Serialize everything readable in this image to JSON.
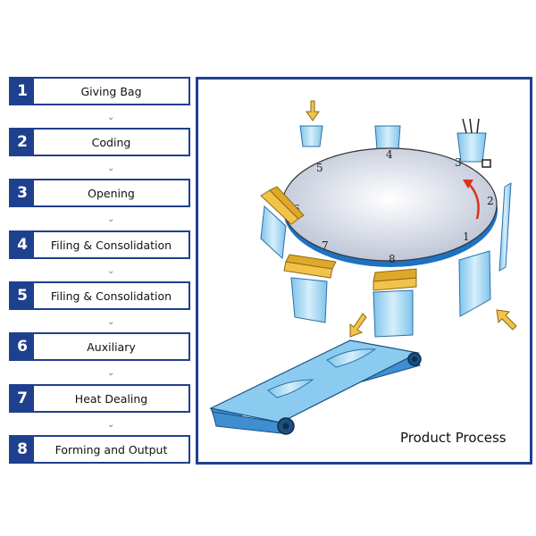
{
  "steps": [
    {
      "number": "1",
      "label": "Giving Bag"
    },
    {
      "number": "2",
      "label": "Coding"
    },
    {
      "number": "3",
      "label": "Opening"
    },
    {
      "number": "4",
      "label": "Filing & Consolidation"
    },
    {
      "number": "5",
      "label": "Filing & Consolidation"
    },
    {
      "number": "6",
      "label": "Auxiliary"
    },
    {
      "number": "7",
      "label": "Heat Dealing"
    },
    {
      "number": "8",
      "label": "Forming and Output"
    }
  ],
  "chevron": "⌄",
  "diagram": {
    "caption": "Product Process",
    "stations": [
      "1",
      "2",
      "3",
      "4",
      "5",
      "6",
      "7",
      "8"
    ]
  },
  "colors": {
    "navy": "#1f3f8f",
    "bag_blue": "#9fd4f2",
    "turntable": "#c9d0de",
    "arrow_yellow": "#f2c34a",
    "rotation_arrow": "#e0301e"
  }
}
